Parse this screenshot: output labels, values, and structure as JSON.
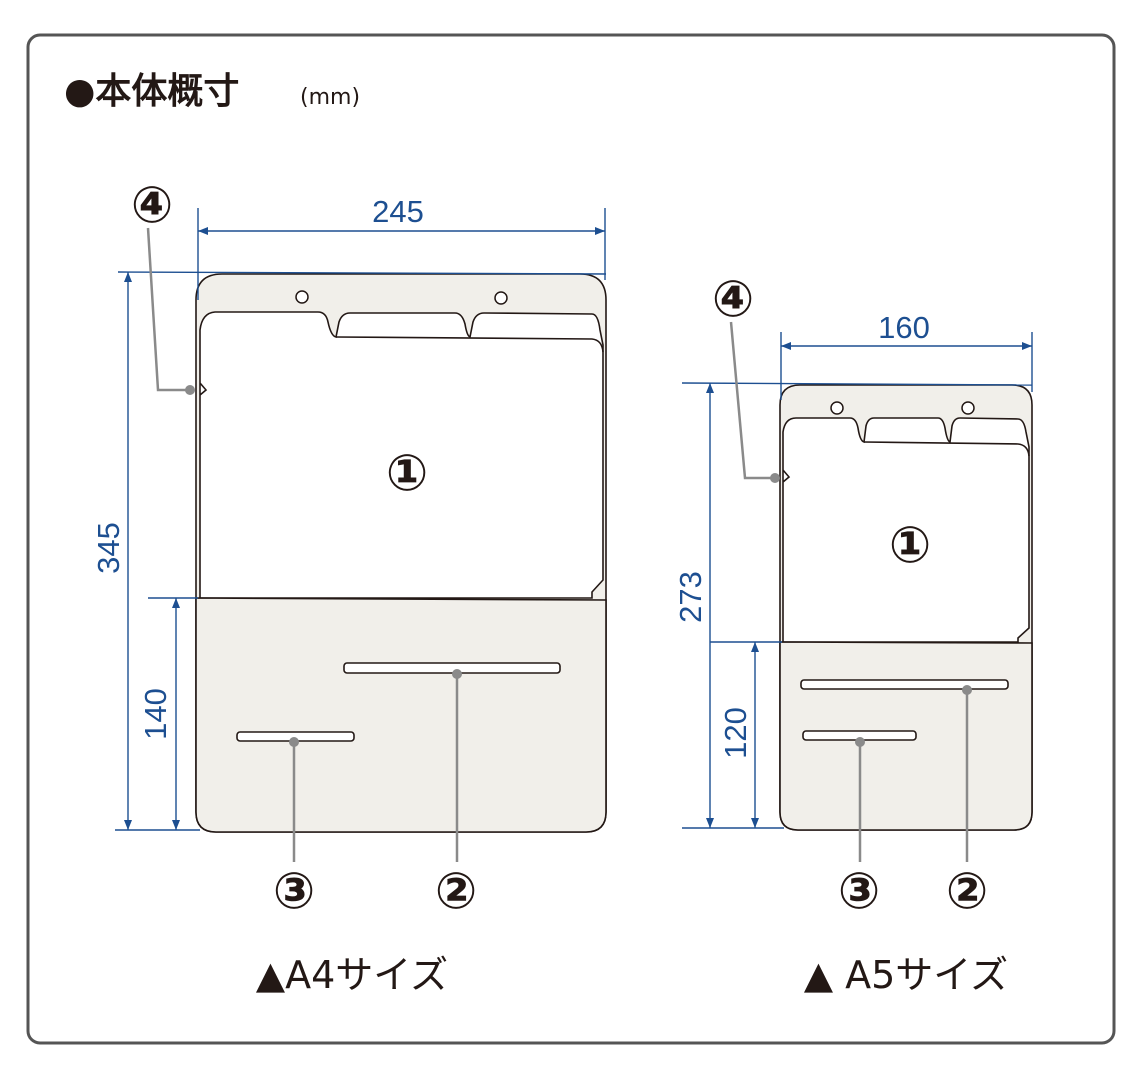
{
  "title": {
    "bullet": "●",
    "text": "本体概寸",
    "unit": "(mm)"
  },
  "callouts": {
    "c1": "①",
    "c2": "②",
    "c3": "③",
    "c4": "④"
  },
  "a4": {
    "width": "245",
    "height": "345",
    "pocket_height": "140",
    "caption": "▲A4サイズ"
  },
  "a5": {
    "width": "160",
    "height": "273",
    "pocket_height": "120",
    "caption": "▲ A5サイズ"
  },
  "colors": {
    "dimension": "#1d4f91",
    "plate": "#f1efea",
    "leader": "#8a8a8a",
    "frame": "#555555"
  }
}
